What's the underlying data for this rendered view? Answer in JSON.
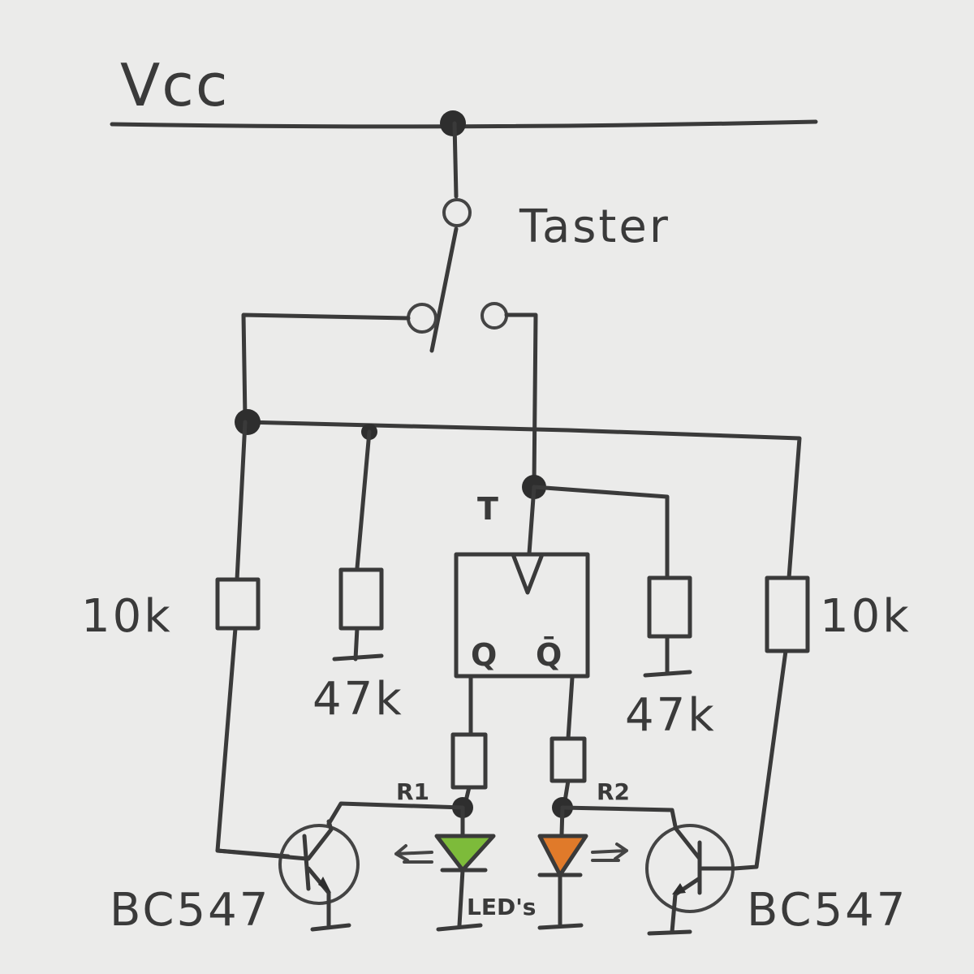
{
  "labels": {
    "vcc": "Vcc",
    "switch": "Taster",
    "toggle_input": "T",
    "q": "Q",
    "q_bar": "Q̄",
    "r_left_top": "10k",
    "r_right_top": "10k",
    "r_left_pd": "47k",
    "r_right_pd": "47k",
    "r1": "R1",
    "r2": "R2",
    "led": "LED's",
    "transistor_left": "BC547",
    "transistor_right": "BC547"
  },
  "colors": {
    "ink": "#3a3a3a",
    "paper": "#ebebea",
    "led_green": "#7dbb3a",
    "led_orange": "#e07a2a"
  }
}
